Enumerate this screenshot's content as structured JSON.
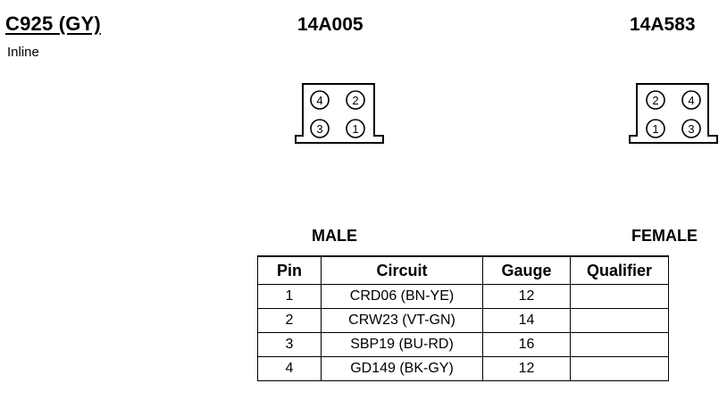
{
  "connector": {
    "title": "C925 (GY)",
    "type": "Inline"
  },
  "sides": {
    "male": {
      "part_number": "14A005",
      "label": "MALE",
      "cavities": [
        {
          "pin": "4"
        },
        {
          "pin": "2"
        },
        {
          "pin": "3"
        },
        {
          "pin": "1"
        }
      ]
    },
    "female": {
      "part_number": "14A583",
      "label": "FEMALE",
      "cavities": [
        {
          "pin": "2"
        },
        {
          "pin": "4"
        },
        {
          "pin": "1"
        },
        {
          "pin": "3"
        }
      ]
    }
  },
  "pin_table": {
    "headers": {
      "pin": "Pin",
      "circuit": "Circuit",
      "gauge": "Gauge",
      "qualifier": "Qualifier"
    },
    "rows": [
      {
        "pin": "1",
        "circuit": "CRD06 (BN-YE)",
        "gauge": "12",
        "qualifier": ""
      },
      {
        "pin": "2",
        "circuit": "CRW23 (VT-GN)",
        "gauge": "14",
        "qualifier": ""
      },
      {
        "pin": "3",
        "circuit": "SBP19 (BU-RD)",
        "gauge": "16",
        "qualifier": ""
      },
      {
        "pin": "4",
        "circuit": "GD149 (BK-GY)",
        "gauge": "12",
        "qualifier": ""
      }
    ]
  }
}
